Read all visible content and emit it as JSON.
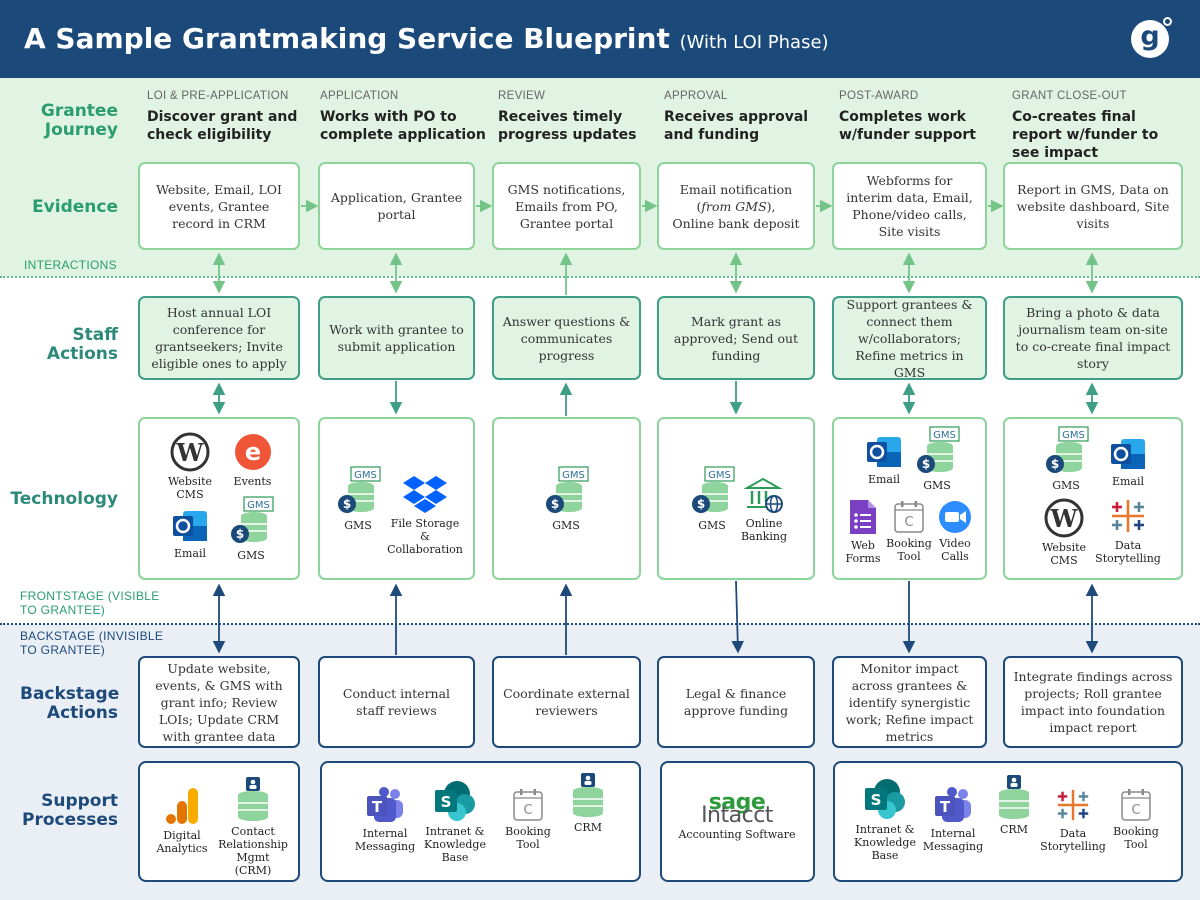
{
  "header": {
    "title": "A Sample Grantmaking Service Blueprint",
    "subtitle": "(With LOI Phase)",
    "logo": "g"
  },
  "rows": {
    "grantee_journey": "Grantee Journey",
    "evidence": "Evidence",
    "staff_actions": "Staff Actions",
    "technology": "Technology",
    "backstage_actions": "Backstage Actions",
    "support_processes": "Support Processes"
  },
  "lines": {
    "interactions": "INTERACTIONS",
    "frontstage": "FRONTSTAGE (VISIBLE TO GRANTEE)",
    "backstage": "BACKSTAGE (INVISIBLE TO GRANTEE)"
  },
  "phases": [
    {
      "name": "LOI & PRE-APPLICATION",
      "desc": "Discover grant and check eligibility"
    },
    {
      "name": "APPLICATION",
      "desc": "Works with PO to complete application"
    },
    {
      "name": "REVIEW",
      "desc": "Receives timely progress updates"
    },
    {
      "name": "APPROVAL",
      "desc": "Receives approval and funding"
    },
    {
      "name": "POST-AWARD",
      "desc": "Completes work w/funder support"
    },
    {
      "name": "GRANT CLOSE-OUT",
      "desc": "Co-creates final report w/funder to see impact"
    }
  ],
  "evidence": [
    "Website, Email, LOI events, Grantee record in CRM",
    "Application, Grantee portal",
    "GMS notifications, Emails from PO, Grantee portal",
    "Email notification (from GMS), Online bank deposit",
    "Webforms for interim data, Email, Phone/video calls, Site visits",
    "Report in GMS, Data on website dashboard, Site visits"
  ],
  "staff_actions": [
    "Host annual LOI conference for grantseekers; Invite eligible ones to apply",
    "Work with grantee to submit application",
    "Answer questions & communicates progress",
    "Mark grant as approved; Send out funding",
    "Support grantees & connect them w/collaborators; Refine metrics in GMS",
    "Bring a photo & data journalism team on-site to co-create final impact story"
  ],
  "technology": {
    "website_cms": "Website CMS",
    "events": "Events",
    "email": "Email",
    "gms": "GMS",
    "gms_tag": "GMS",
    "file_storage": "File Storage & Collaboration",
    "online_banking": "Online Banking",
    "web_forms": "Web Forms",
    "booking_tool": "Booking Tool",
    "video_calls": "Video Calls",
    "data_storytelling": "Data Storytelling"
  },
  "backstage_actions": [
    "Update website, events, & GMS with grant info; Review LOIs; Update CRM with grantee data",
    "Conduct internal staff reviews",
    "Coordinate external reviewers",
    "Legal & finance approve funding",
    "Monitor impact across grantees & identify synergistic work; Refine impact metrics",
    "Integrate findings across projects; Roll grantee impact into foundation impact report"
  ],
  "support": {
    "digital_analytics": "Digital Analytics",
    "crm_full": "Contact Relationship Mgmt (CRM)",
    "internal_messaging": "Internal Messaging",
    "intranet": "Intranet & Knowledge Base",
    "booking_tool": "Booking Tool",
    "crm": "CRM",
    "sage_brand": "sage",
    "sage_product": "Intacct",
    "accounting": "Accounting Software",
    "data_storytelling": "Data Storytelling"
  },
  "colors": {
    "header": "#1b4a7a",
    "green_band": "#e1f3e3",
    "blue_band": "#eaeff6",
    "green_border": "#8cd49a",
    "teal": "#3e9f86",
    "navy": "#1d4a7a"
  },
  "icons": [
    "wordpress-icon",
    "events-icon",
    "outlook-icon",
    "gms-icon",
    "dropbox-icon",
    "bank-icon",
    "forms-icon",
    "calendar-icon",
    "zoom-icon",
    "tableau-icon",
    "analytics-icon",
    "crm-icon",
    "teams-icon",
    "sharepoint-icon"
  ]
}
